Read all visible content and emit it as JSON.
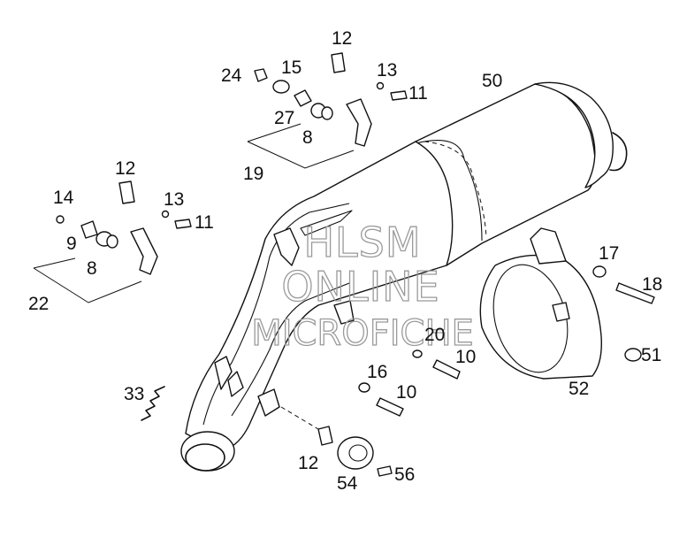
{
  "labels": {
    "p50": "50",
    "p12a": "12",
    "p24": "24",
    "p15": "15",
    "p13a": "13",
    "p11a": "11",
    "p27": "27",
    "p8a": "8",
    "p19": "19",
    "p12b": "12",
    "p14": "14",
    "p13b": "13",
    "p11b": "11",
    "p9": "9",
    "p8b": "8",
    "p22": "22",
    "p17": "17",
    "p18": "18",
    "p20": "20",
    "p10a": "10",
    "p16": "16",
    "p10b": "10",
    "p51": "51",
    "p52": "52",
    "p33": "33",
    "p12c": "12",
    "p54": "54",
    "p56": "56"
  },
  "watermark": {
    "line1": "HLSM",
    "line2": "ONLINE",
    "line3": "MICROFICHE"
  },
  "colors": {
    "ink": "#111111",
    "watermark": "#9a9a9a",
    "background": "#ffffff"
  }
}
